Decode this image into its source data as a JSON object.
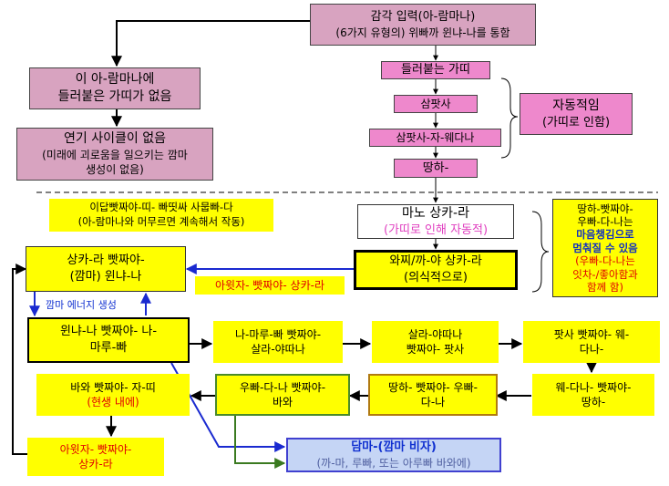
{
  "sense_input": {
    "line1": "감각 입력(아-람마나)",
    "line2": "(6가지 유형의) 위빠까 윈냐-나를 통함"
  },
  "no_cling": {
    "line1": "이 아-람마나에",
    "line2": "들러붙은 가띠가 없음"
  },
  "no_cycle": {
    "line1": "연기 사이클이 없음",
    "line2": "(미래에 괴로움을 일으키는 깜마",
    "line3": "생성이 없음)"
  },
  "clinging": {
    "line1": "들러붙는 가띠"
  },
  "sampassa": {
    "line1": "삼팟사"
  },
  "sampassa_vedana": {
    "line1": "삼팟사-자-웨다나"
  },
  "ttanha": {
    "line1": "땅하-"
  },
  "automatic": {
    "line1": "자동적임",
    "line2": "(가띠로 인함)"
  },
  "mano_sankhara": {
    "line1": "마노 상카-라",
    "line2": "(가띠로 인해 자동적)"
  },
  "note_yellow": {
    "line1": "이답빳짜야-띠- 빠띳싸 사뭅빠-다",
    "line2": "(아-람마나와 머무르면 계속해서 작동)"
  },
  "vaci_kaya": {
    "line1": "와찌/까-야 상카-라",
    "line2": "(의식적으로)"
  },
  "right_note": {
    "line1": "땅하-빳짜야-",
    "line2": "우빠-다-나는",
    "line3": "마음챙김으로",
    "line4": "멈춰질 수 있음",
    "line5": "(우빠-다-나는",
    "line6": "잇차-/좋아함과",
    "line7": "함께 함)"
  },
  "sankhara_vinnana": {
    "line1": "상카-라 빳짜야-",
    "line2": "(깜마) 윈냐-나"
  },
  "avijja_sankhara_label": "아윗자- 빳짜야- 상카-라",
  "kamma_energy_label": "깜마 에너지 생성",
  "vinnana_namarupa": {
    "line1": "윈냐-나 빳짜야- 나-",
    "line2": "마루-빠"
  },
  "namarupa_salayatana": {
    "line1": "나-마루-빠 빳짜야-",
    "line2": "살라-야따나"
  },
  "salayatana_phassa": {
    "line1": "살라-야따나",
    "line2": "빳짜야- 팟사"
  },
  "phassa_vedana": {
    "line1": "팟사 빳짜야- 웨-",
    "line2": "다나-"
  },
  "bhava_jati": {
    "line1": "바와 빳짜야- 자-띠",
    "line2": "(현생 내에)"
  },
  "upadana_bhava": {
    "line1": "우빠-다-나 빳짜야-",
    "line2": "바와"
  },
  "tanha_upadana": {
    "line1": "땅하- 빳짜야- 우빠-",
    "line2": "다-나"
  },
  "vedana_tanha": {
    "line1": "웨-다나- 빳짜야-",
    "line2": "땅하-"
  },
  "avijja_bottom": {
    "line1": "아윗자- 빳짜야-",
    "line2": "상카-라"
  },
  "dukkha_box": {
    "line1": "담마-(깜마 비자)",
    "line2": "(까-마, 루빠, 또는 아루빠 바와에)"
  }
}
